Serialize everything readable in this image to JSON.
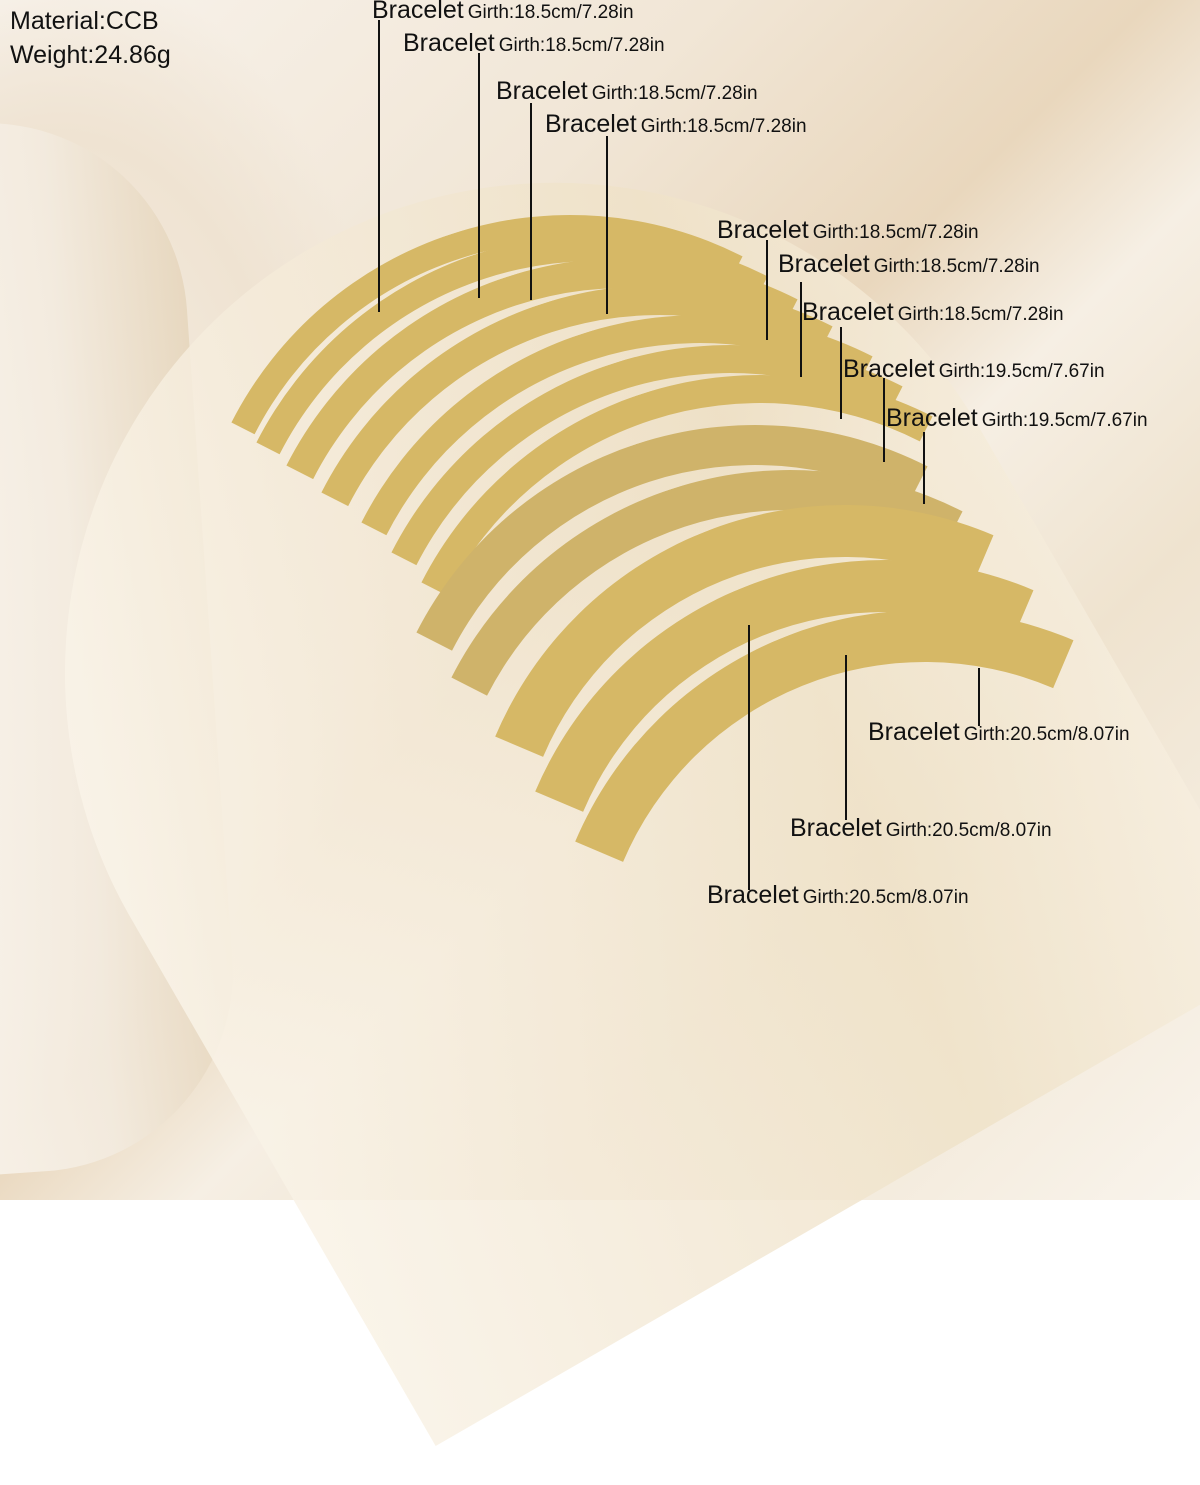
{
  "product": {
    "material_label": "Material:CCB",
    "weight_label": "Weight:24.86g"
  },
  "callouts": [
    {
      "title": "Bracelet",
      "girth": "Girth:18.5cm/7.28in"
    },
    {
      "title": "Bracelet",
      "girth": "Girth:18.5cm/7.28in"
    },
    {
      "title": "Bracelet",
      "girth": "Girth:18.5cm/7.28in"
    },
    {
      "title": "Bracelet",
      "girth": "Girth:18.5cm/7.28in"
    },
    {
      "title": "Bracelet",
      "girth": "Girth:18.5cm/7.28in"
    },
    {
      "title": "Bracelet",
      "girth": "Girth:18.5cm/7.28in"
    },
    {
      "title": "Bracelet",
      "girth": "Girth:18.5cm/7.28in"
    },
    {
      "title": "Bracelet",
      "girth": "Girth:19.5cm/7.67in"
    },
    {
      "title": "Bracelet",
      "girth": "Girth:19.5cm/7.67in"
    },
    {
      "title": "Bracelet",
      "girth": "Girth:20.5cm/8.07in"
    },
    {
      "title": "Bracelet",
      "girth": "Girth:20.5cm/8.07in"
    },
    {
      "title": "Bracelet",
      "girth": "Girth:20.5cm/8.07in"
    }
  ],
  "colors": {
    "gold": "#d6b866",
    "background": "#f3e9da",
    "text": "#111111"
  }
}
